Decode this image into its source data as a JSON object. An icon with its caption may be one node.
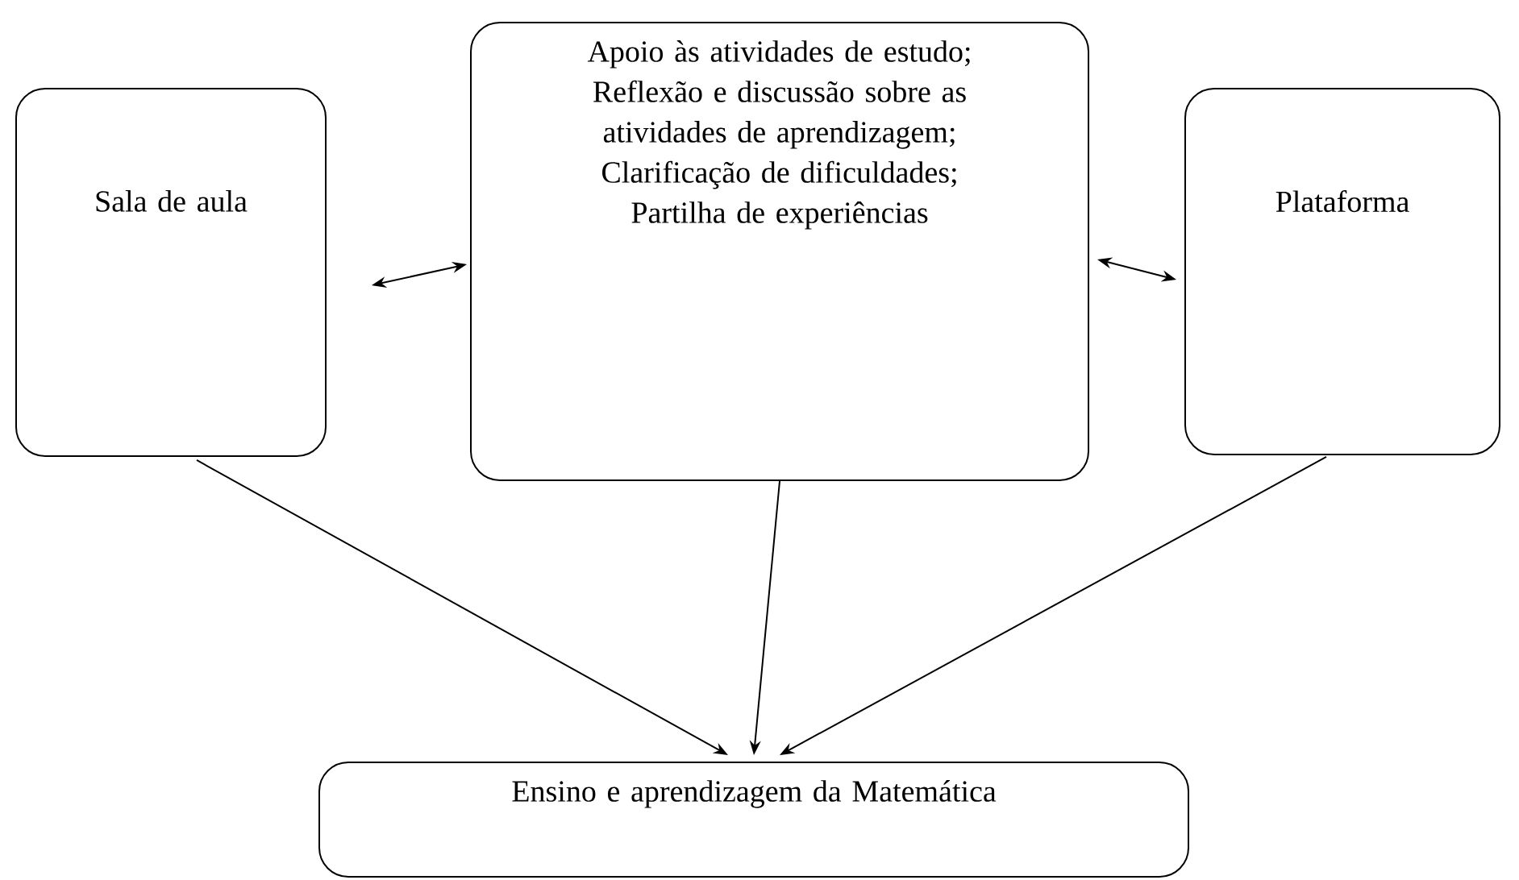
{
  "diagram": {
    "nodes": [
      {
        "text": [
          "Sala de aula"
        ]
      },
      {
        "text": [
          "Apoio às atividades de estudo; Reflexão e discussão sobre as atividades de aprendizagem; Clarificação de dificuldades; Partilha de experiências"
        ]
      },
      {
        "text": [
          "Plataforma"
        ]
      },
      {
        "text": [
          "Ensino e aprendizagem da Matemática"
        ]
      }
    ],
    "edges": [
      {
        "from": 0,
        "to": 1,
        "arrow": "both"
      },
      {
        "from": 1,
        "to": 2,
        "arrow": "both"
      },
      {
        "from": 0,
        "to": 3,
        "arrow": "to"
      },
      {
        "from": 1,
        "to": 3,
        "arrow": "to"
      },
      {
        "from": 2,
        "to": 3,
        "arrow": "to"
      }
    ]
  }
}
